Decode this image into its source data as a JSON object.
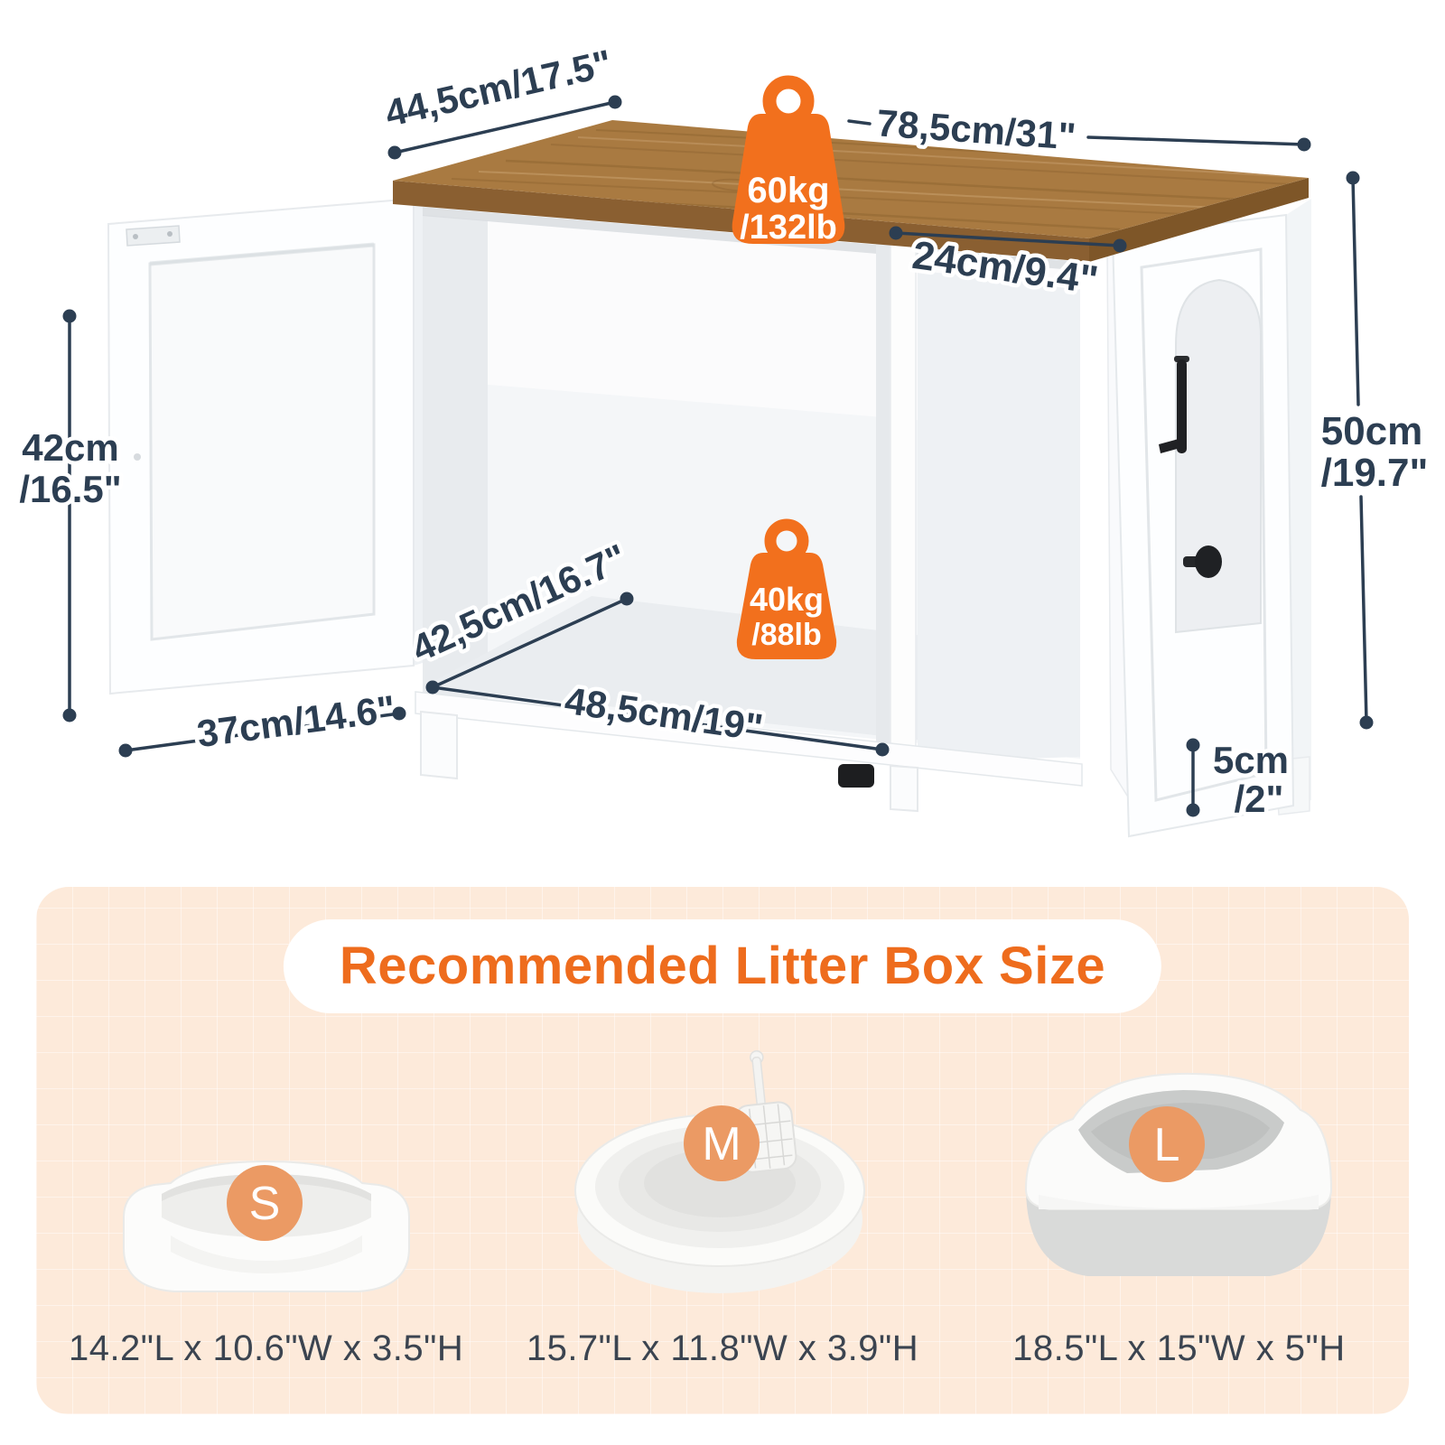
{
  "diagram": {
    "dimensions": {
      "top_depth": "44,5cm/17.5\"",
      "top_width": "78,5cm/31\"",
      "opening_depth": "24cm/9.4\"",
      "door_height": {
        "line1": "42cm",
        "line2": "/16.5\""
      },
      "door_width": "37cm/14.6\"",
      "interior_depth": "42,5cm/16.7\"",
      "interior_width": "48,5cm/19\"",
      "cabinet_height": {
        "line1": "50cm",
        "line2": "/19.7\""
      },
      "leg_height": {
        "line1": "5cm",
        "line2": "/2\""
      }
    },
    "weight_capacity": {
      "tabletop": {
        "line1": "60kg",
        "line2": "/132lb"
      },
      "interior": {
        "line1": "40kg",
        "line2": "/88lb"
      }
    }
  },
  "recommendation": {
    "title": "Recommended Litter Box Size",
    "sizes": [
      {
        "label": "S",
        "dimensions": "14.2\"L x 10.6\"W x 3.5\"H"
      },
      {
        "label": "M",
        "dimensions": "15.7\"L x 11.8\"W x 3.9\"H"
      },
      {
        "label": "L",
        "dimensions": "18.5\"L x 15\"W x 5\"H"
      }
    ]
  },
  "colors": {
    "accent_orange": "#f2701d",
    "title_orange": "#ee6c1d",
    "dimension_navy": "#2c3e52",
    "badge_orange": "#eb9a64",
    "wood_brown": "#a97a41",
    "panel_peach": "#fdeada"
  }
}
